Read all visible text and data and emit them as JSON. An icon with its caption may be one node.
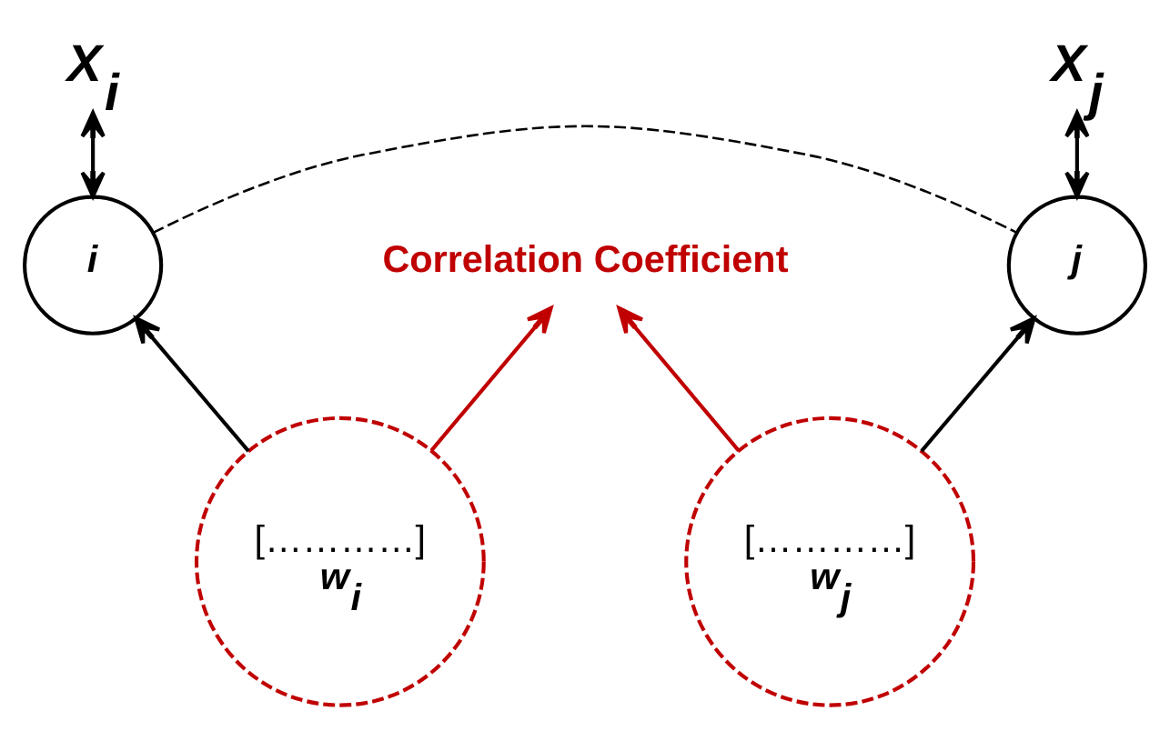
{
  "diagram": {
    "nodes": [
      {
        "text": [
          "X$_{i}$"
        ]
      },
      {
        "text": [
          "i"
        ]
      },
      {
        "text": [
          "X$_{j}$"
        ]
      },
      {
        "text": [
          "j"
        ]
      },
      {
        "text": [
          "Correlation Coefficient"
        ]
      },
      {
        "text": [
          "[…………]",
          "w$_{i}$"
        ]
      },
      {
        "text": [
          "[…………]",
          "w$_{j}$"
        ]
      }
    ],
    "edges": [
      {
        "from": 0,
        "to": 1,
        "arrow": "both"
      },
      {
        "from": 2,
        "to": 3,
        "arrow": "both"
      },
      {
        "from": 1,
        "to": 3,
        "arrow": "none",
        "style": "dashed"
      },
      {
        "from": 5,
        "to": 1,
        "arrow": "to"
      },
      {
        "from": 6,
        "to": 3,
        "arrow": "to"
      },
      {
        "from": 5,
        "to": 4,
        "arrow": "to",
        "color": "#c00000"
      },
      {
        "from": 6,
        "to": 4,
        "arrow": "to",
        "color": "#c00000"
      }
    ]
  }
}
